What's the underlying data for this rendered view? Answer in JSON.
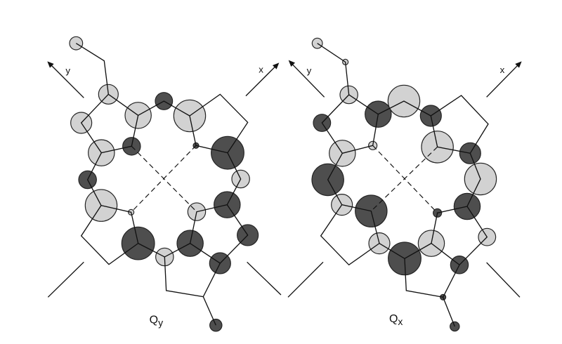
{
  "colors": {
    "positive": "#d2d2d2",
    "negative": "#4e4e4e",
    "line": "#111111"
  },
  "panels": [
    {
      "id": "qy",
      "label_main": "Q",
      "label_sub": "y",
      "axis_x": "x",
      "axis_y": "y",
      "coefficients": [
        0.28,
        0.42,
        0.45,
        0.56,
        -0.37,
        0.68,
        -0.38,
        0.56,
        -0.12,
        -0.7,
        -0.38,
        0.38,
        0.68,
        0.12,
        0.38,
        -0.56,
        -0.7,
        -0.45,
        0.38,
        -0.56,
        -0.45,
        -0.26
      ]
    },
    {
      "id": "qx",
      "label_main": "Q",
      "label_sub": "x",
      "axis_x": "x",
      "axis_y": "y",
      "coefficients": [
        0.22,
        0.12,
        0.38,
        -0.37,
        -0.56,
        0.68,
        -0.45,
        0.56,
        0.18,
        0.68,
        -0.45,
        -0.68,
        0.68,
        0.45,
        -0.68,
        -0.18,
        -0.56,
        0.37,
        0.45,
        -0.7,
        0.56,
        -0.38,
        -0.12,
        -0.2
      ]
    }
  ]
}
